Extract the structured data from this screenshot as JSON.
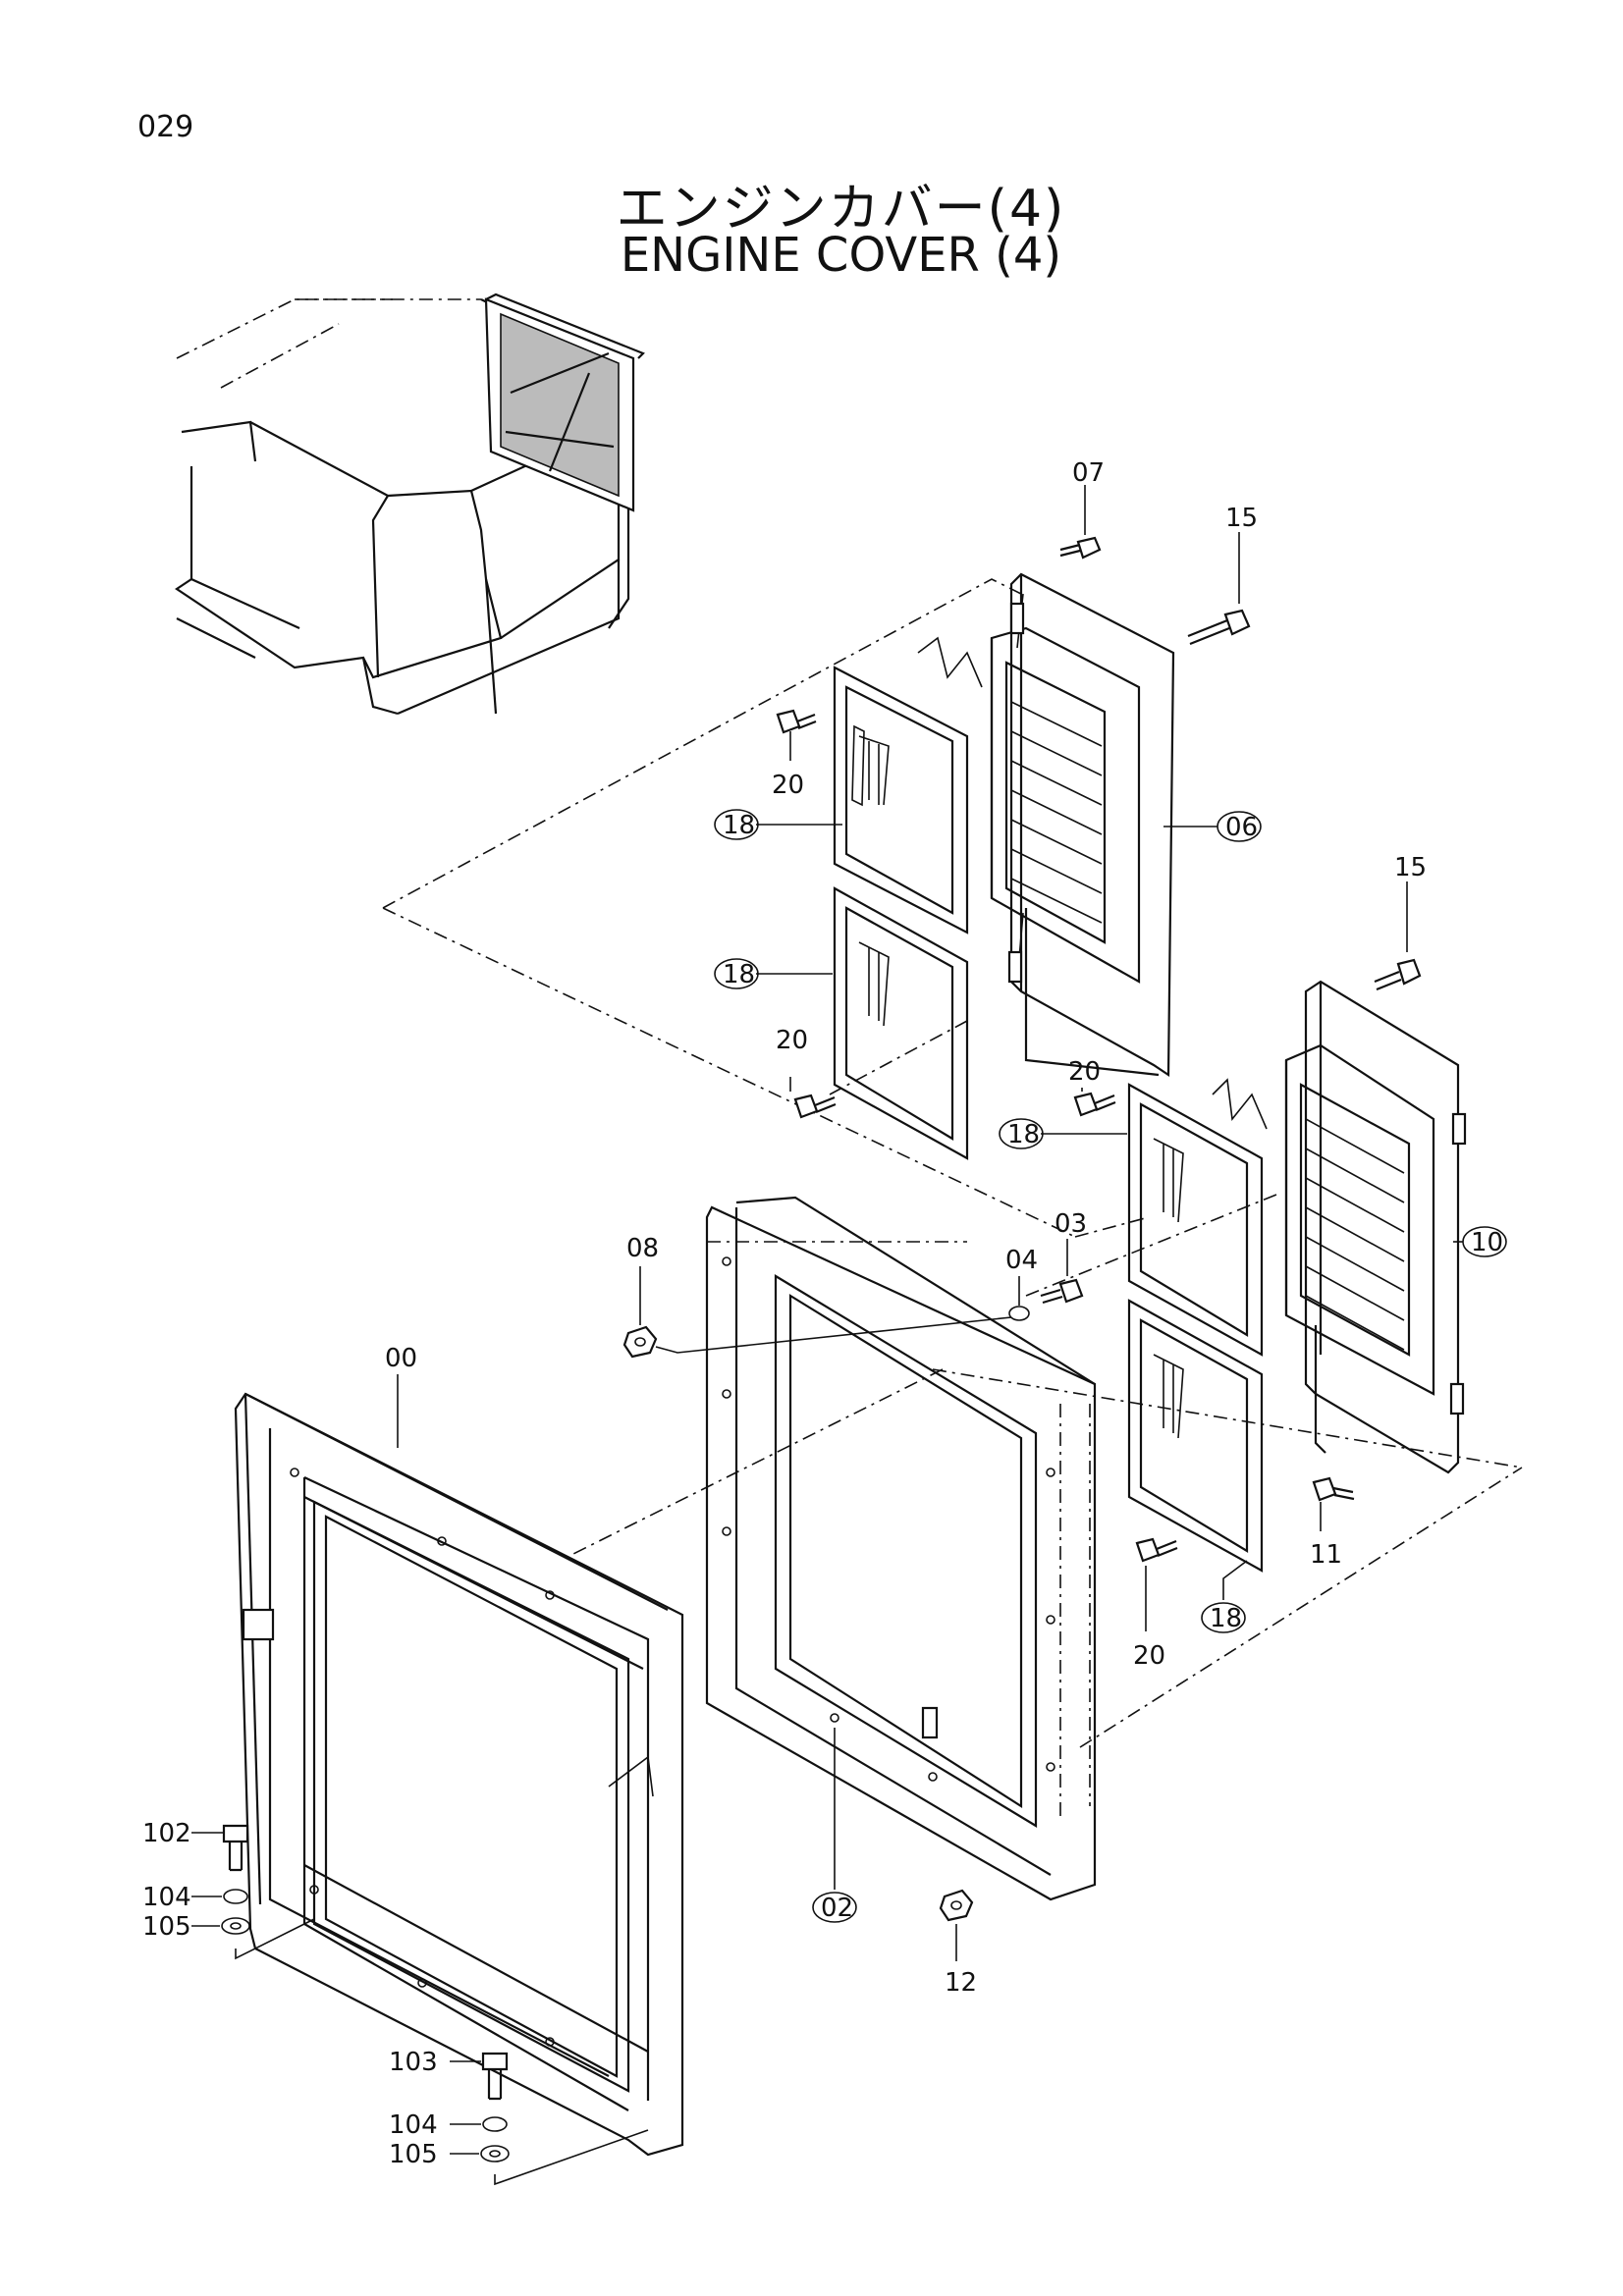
{
  "page": {
    "number": "029"
  },
  "title": {
    "japanese": "エンジンカバー(4)",
    "english": "ENGINE COVER (4)"
  },
  "callouts": [
    {
      "id": "c07",
      "label": "07",
      "circled": false
    },
    {
      "id": "c15a",
      "label": "15",
      "circled": false
    },
    {
      "id": "c20a",
      "label": "20",
      "circled": false
    },
    {
      "id": "c18a",
      "label": "18",
      "circled": true
    },
    {
      "id": "c06",
      "label": "06",
      "circled": true
    },
    {
      "id": "c15b",
      "label": "15",
      "circled": false
    },
    {
      "id": "c18b",
      "label": "18",
      "circled": true
    },
    {
      "id": "c20b",
      "label": "20",
      "circled": false
    },
    {
      "id": "c20c",
      "label": "20",
      "circled": false
    },
    {
      "id": "c18c",
      "label": "18",
      "circled": true
    },
    {
      "id": "c03",
      "label": "03",
      "circled": false
    },
    {
      "id": "c08",
      "label": "08",
      "circled": false
    },
    {
      "id": "c04",
      "label": "04",
      "circled": false
    },
    {
      "id": "c10",
      "label": "10",
      "circled": true
    },
    {
      "id": "c00",
      "label": "00",
      "circled": false
    },
    {
      "id": "c11",
      "label": "11",
      "circled": false
    },
    {
      "id": "c18d",
      "label": "18",
      "circled": true
    },
    {
      "id": "c20d",
      "label": "20",
      "circled": false
    },
    {
      "id": "c102",
      "label": "102",
      "circled": false
    },
    {
      "id": "c104a",
      "label": "104",
      "circled": false
    },
    {
      "id": "c105a",
      "label": "105",
      "circled": false
    },
    {
      "id": "c02",
      "label": "02",
      "circled": true
    },
    {
      "id": "c12",
      "label": "12",
      "circled": false
    },
    {
      "id": "c103",
      "label": "103",
      "circled": false
    },
    {
      "id": "c104b",
      "label": "104",
      "circled": false
    },
    {
      "id": "c105b",
      "label": "105",
      "circled": false
    }
  ]
}
